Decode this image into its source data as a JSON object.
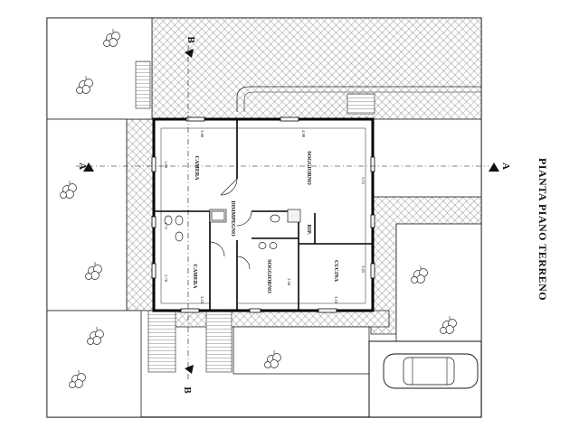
{
  "title": "PIANTA PIANO TERRENO",
  "rooms": {
    "camera_top": "CAMERA",
    "soggiorno": "SOGGIORNO",
    "disimpegno": "DISIMPEGNO",
    "camera_bottom": "CAMERA",
    "soggiorno_small": "SOGGIORNO",
    "cucina": "CUCINA",
    "rip": "RIP."
  },
  "section_marks": {
    "a_left": "A",
    "a_right": "A",
    "b_top": "B",
    "b_bottom": "B"
  },
  "dimensions": {
    "d1": "3.80",
    "d2": "4.90",
    "d3": "5.15",
    "d4": "3.45",
    "d5": "2.70",
    "d6": "2.50",
    "d7": "3.10",
    "d8": "3.10",
    "d9": "1.80",
    "d10": "1.75"
  }
}
